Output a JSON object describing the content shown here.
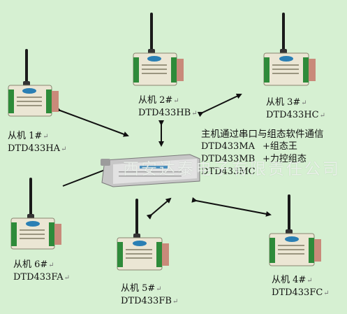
{
  "master": {
    "title": "主机通过串口与组态软件通信",
    "rows": [
      {
        "model": "DTD433MA",
        "software": "+组态王"
      },
      {
        "model": "DTD433MB",
        "software": "+力控组态"
      },
      {
        "model": "DTD433MC",
        "software": ""
      }
    ]
  },
  "slaves": [
    {
      "name": "从机 1#",
      "model": "DTD433HA"
    },
    {
      "name": "从机 2#",
      "model": "DTD433HB"
    },
    {
      "name": "从机 3#",
      "model": "DTD433HC"
    },
    {
      "name": "从机 4#",
      "model": "DTD433FC"
    },
    {
      "name": "从机 5#",
      "model": "DTD433FB"
    },
    {
      "name": "从机 6#",
      "model": "DTD433FA"
    }
  ],
  "paragraph_mark": "↵",
  "watermark": "西安达泰电子有限责任公司",
  "colors": {
    "background": "#d6f0d2",
    "device_body": "#ebe6d4",
    "terminal": "#2e8b3a",
    "antenna": "#1a1a1a"
  }
}
